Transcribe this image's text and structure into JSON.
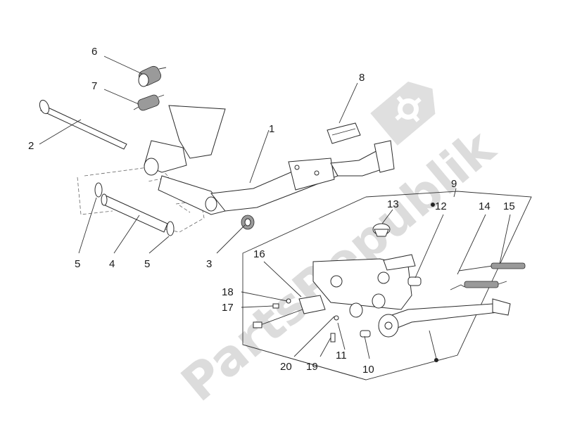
{
  "watermark": {
    "text": "PartsRepublik",
    "icon": "gear-icon"
  },
  "callouts": [
    {
      "id": "1",
      "label": "1"
    },
    {
      "id": "2",
      "label": "2"
    },
    {
      "id": "3",
      "label": "3"
    },
    {
      "id": "4",
      "label": "4"
    },
    {
      "id": "5a",
      "label": "5"
    },
    {
      "id": "5b",
      "label": "5"
    },
    {
      "id": "6",
      "label": "6"
    },
    {
      "id": "7",
      "label": "7"
    },
    {
      "id": "8",
      "label": "8"
    },
    {
      "id": "9",
      "label": "9"
    },
    {
      "id": "10",
      "label": "10"
    },
    {
      "id": "11",
      "label": "11"
    },
    {
      "id": "12",
      "label": "12"
    },
    {
      "id": "13",
      "label": "13"
    },
    {
      "id": "14",
      "label": "14"
    },
    {
      "id": "15",
      "label": "15"
    },
    {
      "id": "16",
      "label": "16"
    },
    {
      "id": "17",
      "label": "17"
    },
    {
      "id": "18",
      "label": "18"
    },
    {
      "id": "19",
      "label": "19"
    },
    {
      "id": "20",
      "label": "20"
    }
  ]
}
